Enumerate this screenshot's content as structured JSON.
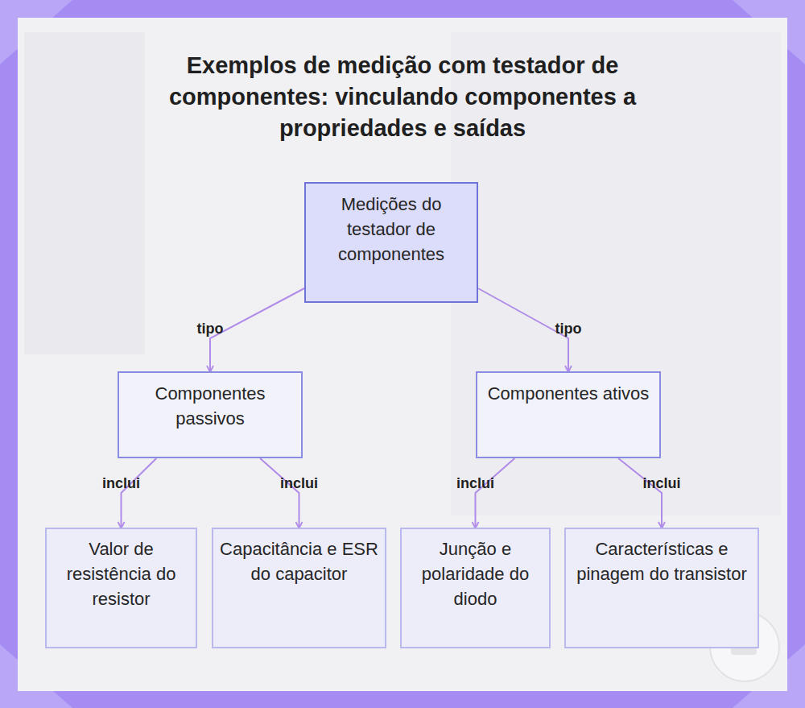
{
  "diagram": {
    "title": "Exemplos de medição com testador de componentes: vinculando componentes a propriedades e saídas",
    "nodes": [
      {
        "text": [
          "Medições do testador de componentes"
        ]
      },
      {
        "text": [
          "Componentes passivos"
        ]
      },
      {
        "text": [
          "Componentes ativos"
        ]
      },
      {
        "text": [
          "Valor de resistência do resistor"
        ]
      },
      {
        "text": [
          "Capacitância e ESR do capacitor"
        ]
      },
      {
        "text": [
          "Junção e polaridade do diodo"
        ]
      },
      {
        "text": [
          "Características e pinagem do transistor"
        ]
      }
    ],
    "edges": [
      {
        "from": 0,
        "to": 1,
        "label": "tipo",
        "arrow": "to"
      },
      {
        "from": 0,
        "to": 2,
        "label": "tipo",
        "arrow": "to"
      },
      {
        "from": 1,
        "to": 3,
        "label": "inclui",
        "arrow": "to"
      },
      {
        "from": 1,
        "to": 4,
        "label": "inclui",
        "arrow": "to"
      },
      {
        "from": 2,
        "to": 5,
        "label": "inclui",
        "arrow": "to"
      },
      {
        "from": 2,
        "to": 6,
        "label": "inclui",
        "arrow": "to"
      }
    ]
  }
}
